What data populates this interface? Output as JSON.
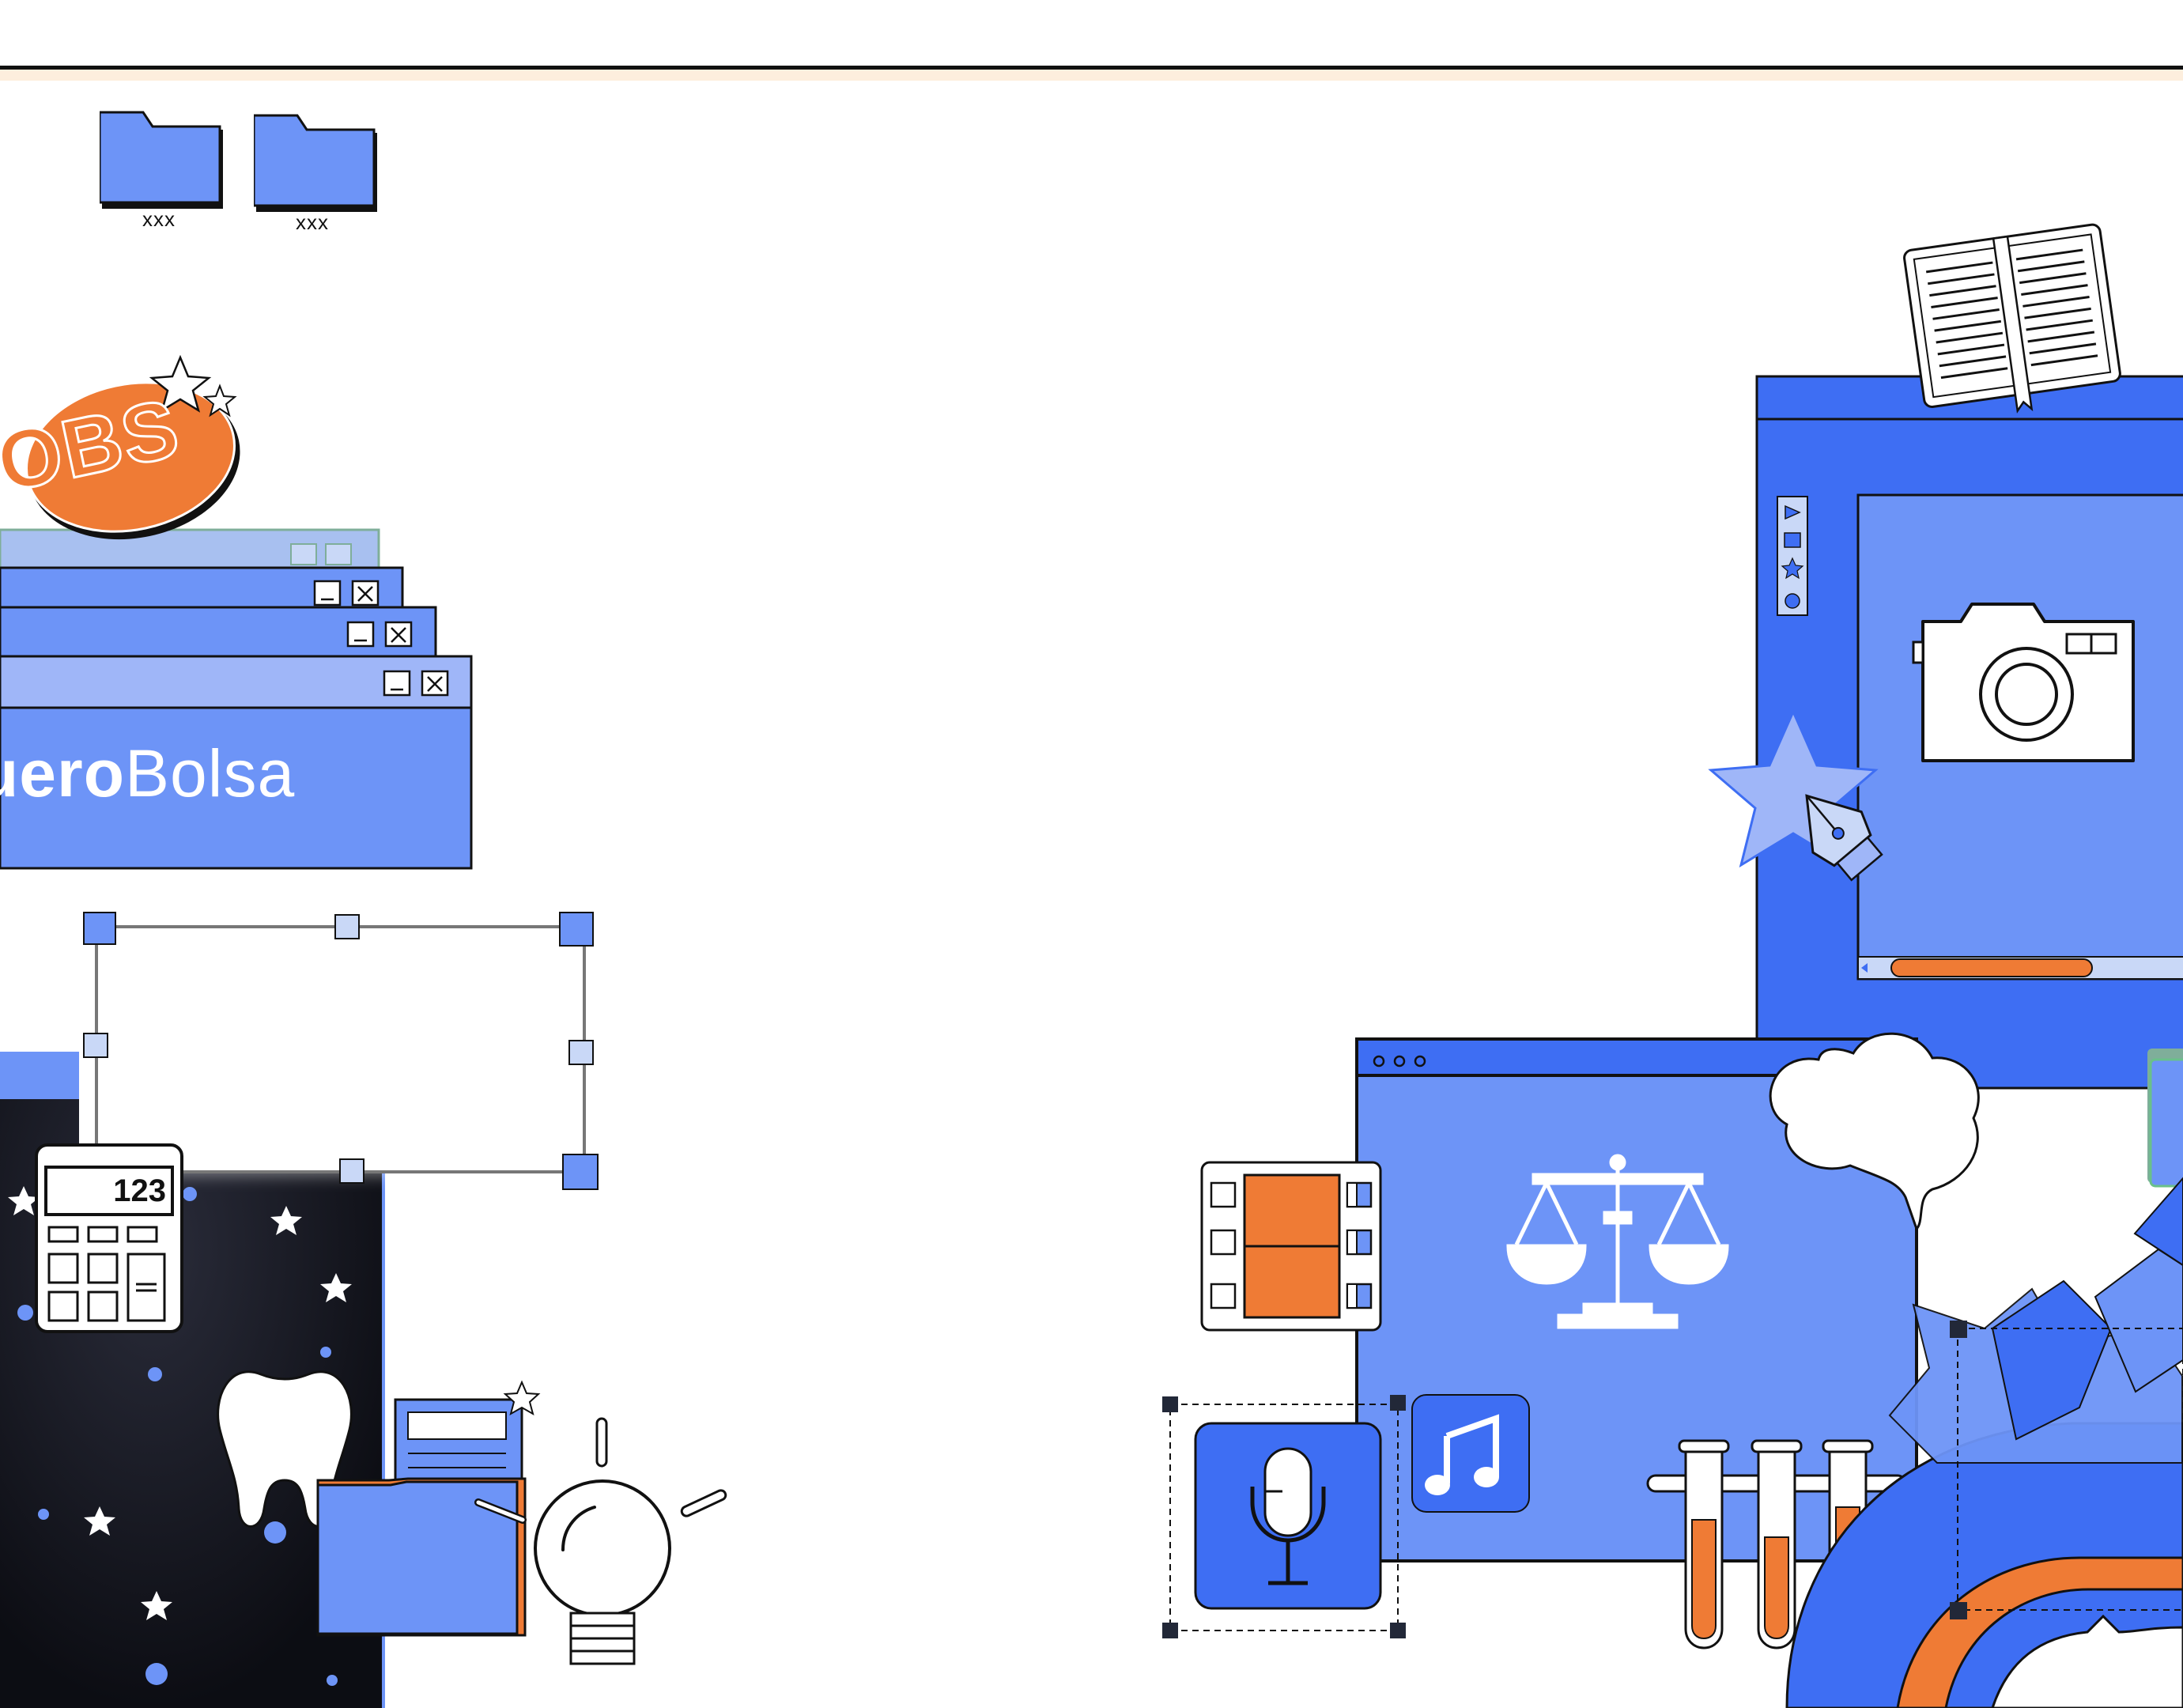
{
  "desktop": {
    "folders": [
      {
        "label": "xxx"
      },
      {
        "label": "xxx"
      }
    ]
  },
  "badge": {
    "text": "OBS"
  },
  "window_stack": {
    "brand_bold": "uero",
    "brand_light": "Bolsa"
  },
  "calculator": {
    "display": "123"
  },
  "colors": {
    "primary_blue": "#3e6ef3",
    "light_blue": "#6d94f7",
    "pale_blue": "#9fb6f8",
    "orange": "#ef7b35",
    "night": "#101118",
    "outline": "#111111"
  },
  "icons": [
    "folder-icon",
    "star-icon",
    "calculator-icon",
    "tooth-icon",
    "document-icon",
    "lightbulb-icon",
    "book-icon",
    "camera-icon",
    "pen-tool-icon",
    "film-strip-icon",
    "scales-icon",
    "brain-icon",
    "microphone-icon",
    "music-note-icon",
    "test-tubes-icon"
  ]
}
